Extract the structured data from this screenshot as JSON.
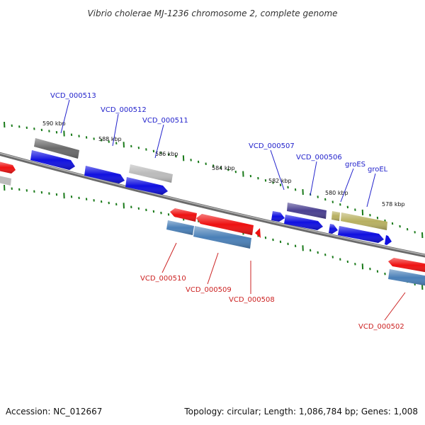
{
  "title": "Vibrio cholerae MJ-1236 chromosome 2, complete genome",
  "footer": {
    "accession": "Accession: NC_012667",
    "summary": "Topology: circular; Length: 1,086,784 bp; Genes: 1,008"
  },
  "tick_labels": [
    "590 kbp",
    "588 kbp",
    "586 kbp",
    "584 kbp",
    "582 kbp",
    "580 kbp",
    "578 kbp"
  ],
  "colors": {
    "backbone": "#888888",
    "ticks": "#1a7a1a",
    "plus_strand_cds": "#1010e0",
    "minus_strand_cds": "#ee1111",
    "steelblue_feature": "#4a80b8",
    "gray_feature": "#777777",
    "light_gray_feature": "#bbbbbb",
    "purple_feature": "#4a4090",
    "olive_feature": "#b8b060",
    "label_top": "#2222cc",
    "label_bottom": "#cc2222"
  },
  "gene_labels": {
    "top": [
      "VCD_000513",
      "VCD_000512",
      "VCD_000511",
      "VCD_000507",
      "VCD_000506",
      "groES",
      "groEL"
    ],
    "bottom": [
      "VCD_000510",
      "VCD_000509",
      "VCD_000508",
      "VCD_000502"
    ]
  }
}
